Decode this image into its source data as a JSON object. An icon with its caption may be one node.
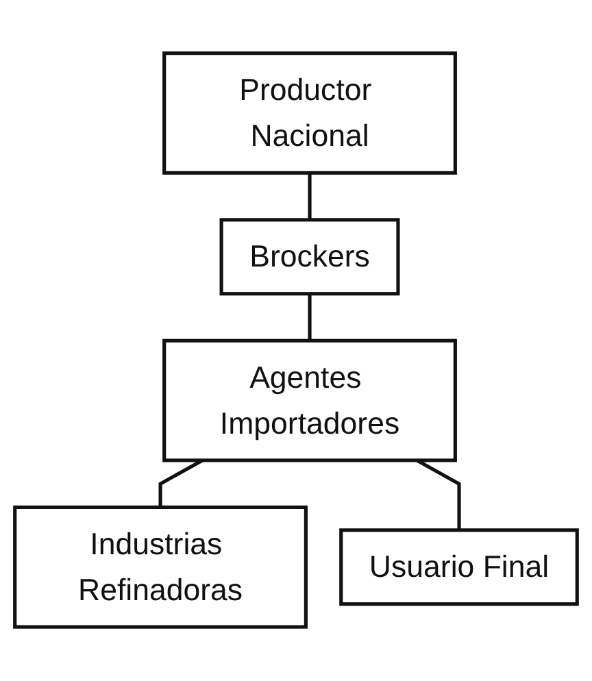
{
  "diagram": {
    "nodes": [
      {
        "text": [
          "Productor Nacional"
        ]
      },
      {
        "text": [
          "Brockers"
        ]
      },
      {
        "text": [
          "Agentes Importadores"
        ]
      },
      {
        "text": [
          "Industrias Refinadoras"
        ]
      },
      {
        "text": [
          "Usuario Final"
        ]
      }
    ],
    "edges": [
      {
        "from": 0,
        "to": 1,
        "arrow": "none"
      },
      {
        "from": 1,
        "to": 2,
        "arrow": "none"
      },
      {
        "from": 2,
        "to": 3,
        "arrow": "none"
      },
      {
        "from": 2,
        "to": 4,
        "arrow": "none"
      }
    ]
  }
}
